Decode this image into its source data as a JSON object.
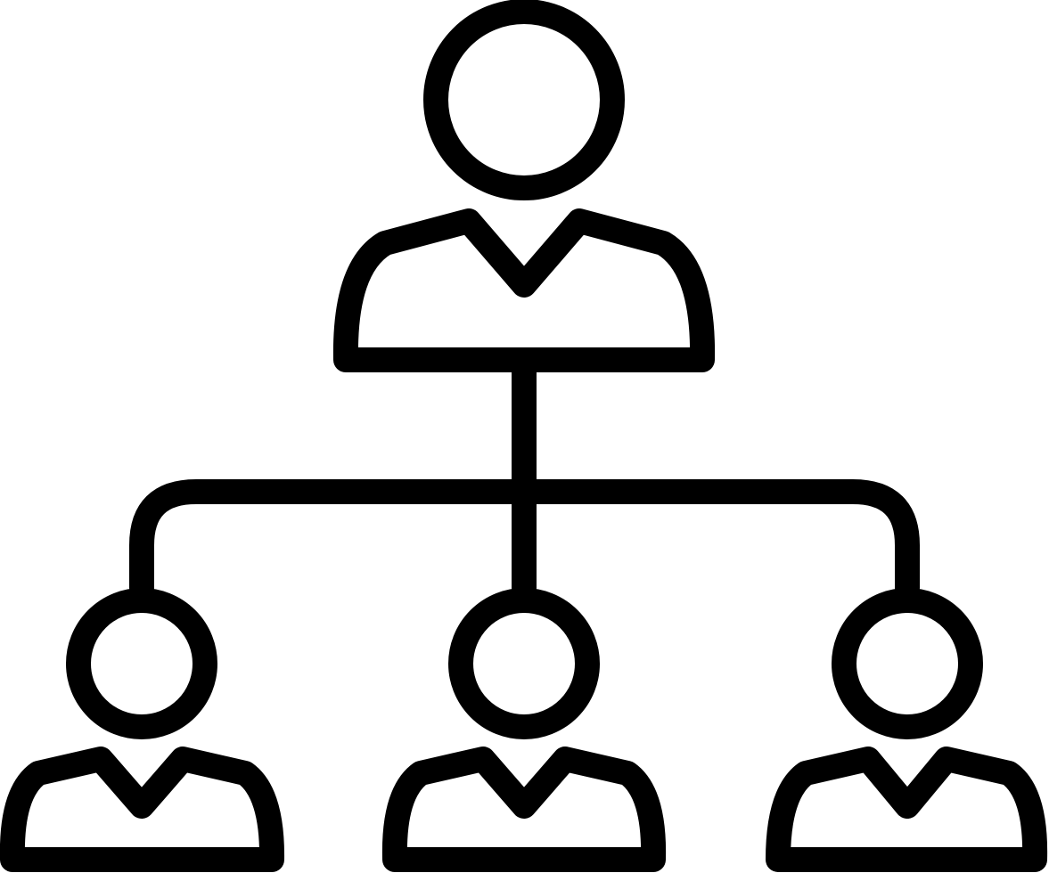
{
  "diagram": {
    "type": "org-chart-icon",
    "colors": {
      "stroke": "#000000",
      "background": "#ffffff"
    },
    "nodes": [
      {
        "id": "manager",
        "icon": "person-icon",
        "level": 0
      },
      {
        "id": "report-1",
        "icon": "person-icon",
        "level": 1
      },
      {
        "id": "report-2",
        "icon": "person-icon",
        "level": 1
      },
      {
        "id": "report-3",
        "icon": "person-icon",
        "level": 1
      }
    ],
    "edges": [
      {
        "from": "manager",
        "to": "report-1"
      },
      {
        "from": "manager",
        "to": "report-2"
      },
      {
        "from": "manager",
        "to": "report-3"
      }
    ]
  }
}
